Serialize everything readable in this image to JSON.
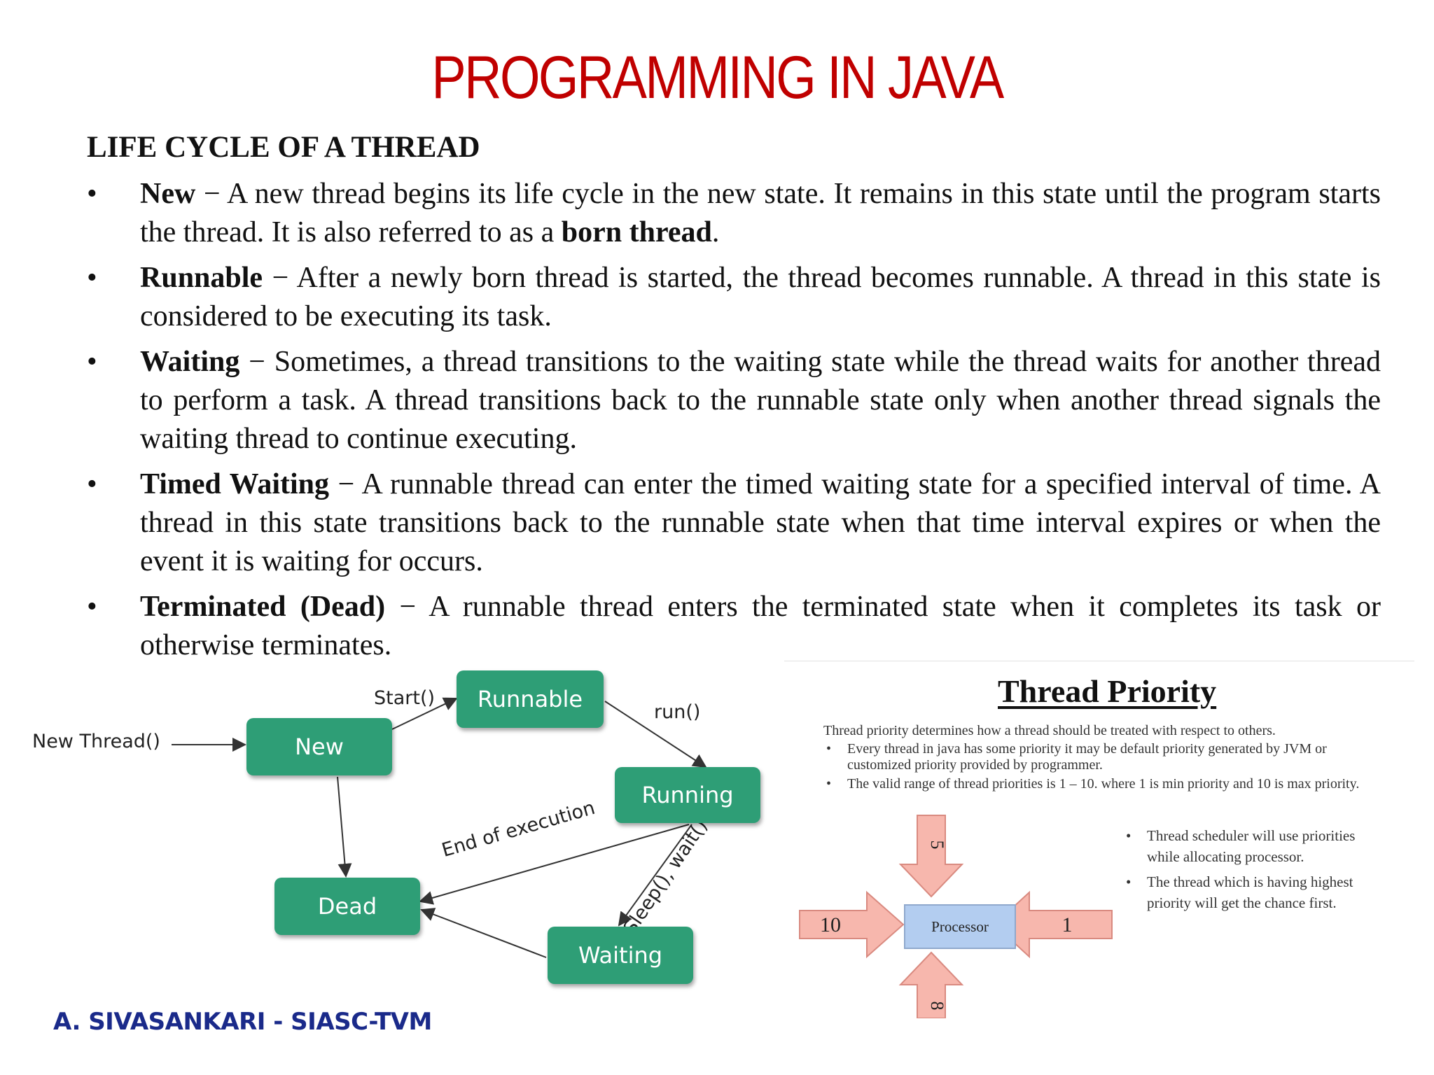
{
  "page": {
    "title": "PROGRAMMING IN JAVA",
    "heading": "LIFE CYCLE OF A THREAD",
    "footer": "A. SIVASANKARI - SIASC-TVM"
  },
  "bullets": [
    {
      "term": "New",
      "text_before": " − A new thread begins its life cycle in the new state. It remains in this state until the program starts the thread. It is also referred to as a ",
      "emphasis": "born thread",
      "text_after": "."
    },
    {
      "term": "Runnable",
      "text_before": " − After a newly born thread is started, the thread becomes runnable. A thread in this state is considered to be executing its task.",
      "emphasis": "",
      "text_after": ""
    },
    {
      "term": "Waiting",
      "text_before": " − Sometimes, a thread transitions to the waiting state while the thread waits for another thread to perform a task. A thread transitions back to the runnable state only when another thread signals the waiting thread to continue executing.",
      "emphasis": "",
      "text_after": ""
    },
    {
      "term": "Timed Waiting",
      "text_before": " − A runnable thread can enter the timed waiting state for a specified interval of time. A thread in this state transitions back to the runnable state when that time interval expires or when the event it is waiting for occurs.",
      "emphasis": "",
      "text_after": ""
    },
    {
      "term": "Terminated (Dead)",
      "text_before": " − A runnable thread enters the terminated state when it completes its task or otherwise terminates.",
      "emphasis": "",
      "text_after": ""
    }
  ],
  "diagram": {
    "nodes": {
      "new": "New",
      "runnable": "Runnable",
      "running": "Running",
      "dead": "Dead",
      "waiting": "Waiting"
    },
    "labels": {
      "new_thread": "New Thread()",
      "start": "Start()",
      "run": "run()",
      "end_of_execution": "End of execution",
      "sleep_wait": "Sleep(), wait()"
    },
    "node_color": "#2e9e76"
  },
  "priority": {
    "title": "Thread Priority",
    "intro": "Thread priority determines how a thread should be treated with respect to others.",
    "points": [
      "Every thread in java has some priority it may be default priority generated by JVM or customized priority provided by programmer.",
      "The valid range of thread priorities is 1 – 10. where 1 is min priority and 10 is max priority."
    ],
    "side_points": [
      "Thread scheduler will use priorities while allocating processor.",
      "The thread which is having highest priority will get the chance first."
    ],
    "processor_label": "Processor",
    "arrows": {
      "top": "5",
      "left": "10",
      "right": "1",
      "bottom": "8"
    }
  },
  "colors": {
    "title": "#c00000",
    "footer": "#1a2a8a",
    "arrow_fill": "#f7b7ad",
    "processor_fill": "#b3cdf0"
  }
}
